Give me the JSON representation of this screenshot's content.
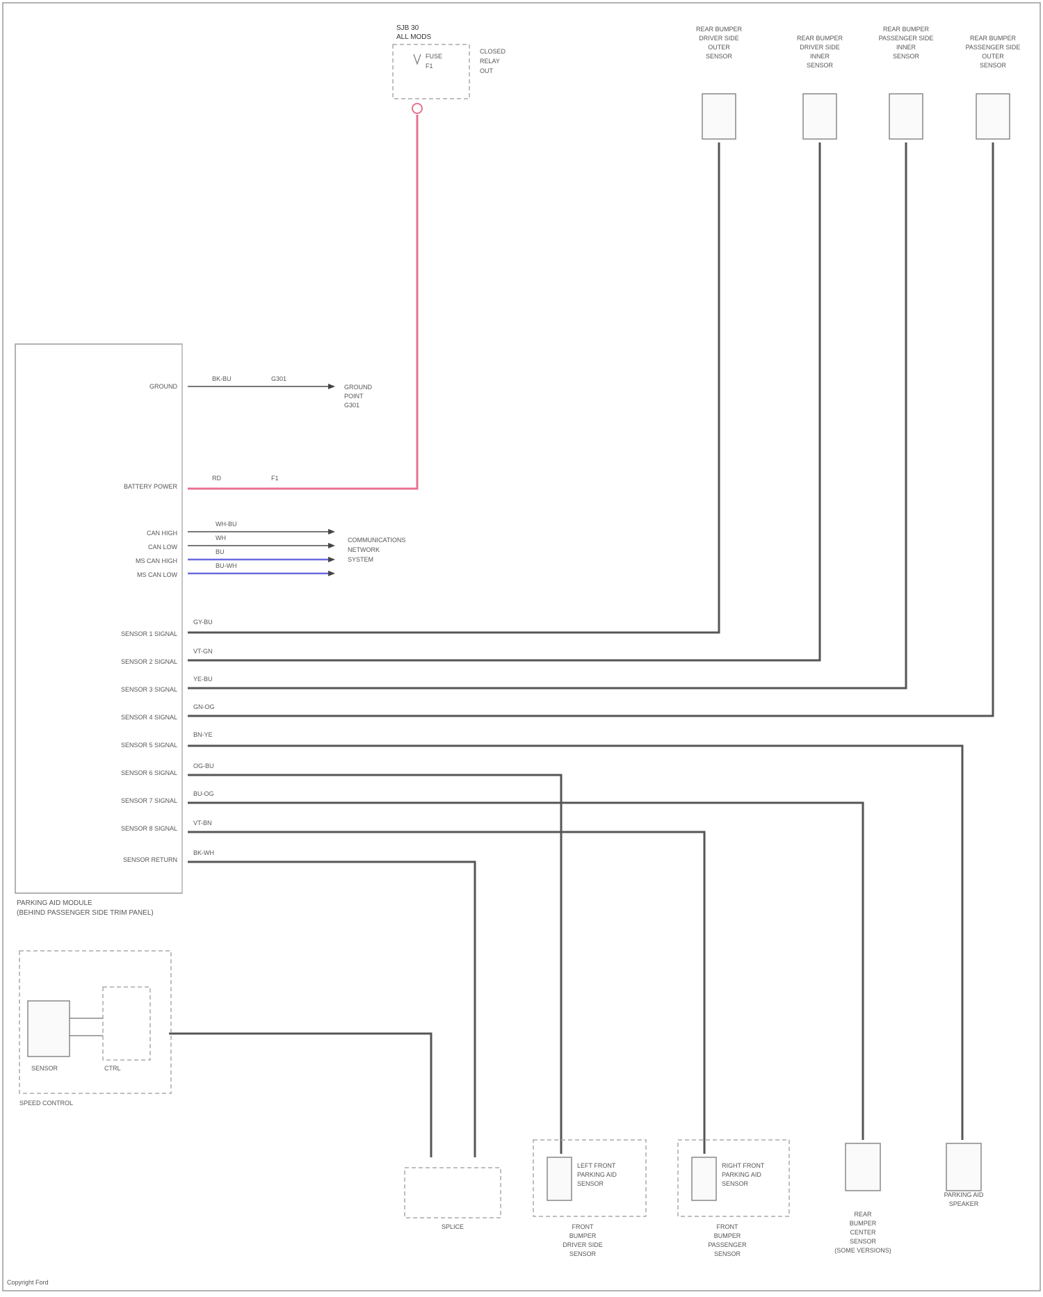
{
  "diagram": {
    "footer": "Copyright Ford",
    "colors": {
      "pink_wire": "#e87090",
      "blue_wire": "#6a6ae0",
      "gray_wire": "#555555",
      "background": "#ffffff"
    },
    "fuse_box": {
      "title_lines": [
        "SJB 30",
        "ALL MODS"
      ],
      "notes": [
        "FUSE",
        "F1",
        "CLOSED",
        "RELAY",
        "OUT"
      ]
    },
    "top_sensors": [
      {
        "id": "s1",
        "label_lines": [
          "REAR BUMPER",
          "DRIVER SIDE",
          "OUTER",
          "SENSOR"
        ]
      },
      {
        "id": "s2",
        "label_lines": [
          "REAR BUMPER",
          "DRIVER SIDE",
          "INNER",
          "SENSOR"
        ]
      },
      {
        "id": "s3",
        "label_lines": [
          "REAR BUMPER",
          "PASSENGER SIDE",
          "INNER",
          "SENSOR"
        ]
      },
      {
        "id": "s4",
        "label_lines": [
          "REAR BUMPER",
          "PASSENGER SIDE",
          "OUTER",
          "SENSOR"
        ]
      }
    ],
    "module": {
      "title": "PARKING AID MODULE",
      "subtitle": "(BEHIND PASSENGER SIDE TRIM PANEL)",
      "pins": [
        {
          "label": "GROUND",
          "wire": "BK-BU",
          "splice": "G301"
        },
        {
          "label": "BATTERY POWER",
          "wire": "RD",
          "splice": "F1"
        },
        {
          "label": "CAN HIGH",
          "wire": "WH-BU",
          "splice": ""
        },
        {
          "label": "CAN LOW",
          "wire": "WH",
          "splice": ""
        },
        {
          "label": "MS CAN HIGH",
          "wire": "BU",
          "splice": ""
        },
        {
          "label": "MS CAN LOW",
          "wire": "BU-WH",
          "splice": ""
        },
        {
          "label": "SENSOR 1 SIGNAL",
          "wire": "GY-BU",
          "splice": ""
        },
        {
          "label": "SENSOR 2 SIGNAL",
          "wire": "VT-GN",
          "splice": ""
        },
        {
          "label": "SENSOR 3 SIGNAL",
          "wire": "YE-BU",
          "splice": ""
        },
        {
          "label": "SENSOR 4 SIGNAL",
          "wire": "GN-OG",
          "splice": ""
        },
        {
          "label": "SENSOR 5 SIGNAL",
          "wire": "BN-YE",
          "splice": ""
        },
        {
          "label": "SENSOR 6 SIGNAL",
          "wire": "OG-BU",
          "splice": ""
        },
        {
          "label": "SENSOR 7 SIGNAL",
          "wire": "BU-OG",
          "splice": ""
        },
        {
          "label": "SENSOR 8 SIGNAL",
          "wire": "VT-BN",
          "splice": ""
        },
        {
          "label": "SENSOR RETURN",
          "wire": "BK-WH",
          "splice": ""
        }
      ],
      "callouts": [
        {
          "id": "c1",
          "lines": [
            "GROUND",
            "POINT",
            "G301"
          ]
        },
        {
          "id": "c2",
          "lines": [
            "COMMUNICATIONS",
            "NETWORK",
            "SYSTEM"
          ]
        }
      ]
    },
    "control_unit": {
      "inner_a": "SENSOR",
      "inner_b": "CTRL",
      "label": "SPEED CONTROL"
    },
    "bottom_components": [
      {
        "id": "b1",
        "label_lines": [
          "SPLICE"
        ],
        "inner": ""
      },
      {
        "id": "b2",
        "label_lines": [
          "FRONT",
          "BUMPER",
          "DRIVER SIDE",
          "SENSOR"
        ],
        "inner": [
          "LEFT FRONT",
          "PARKING AID",
          "SENSOR"
        ]
      },
      {
        "id": "b3",
        "label_lines": [
          "FRONT",
          "BUMPER",
          "PASSENGER",
          "SENSOR"
        ],
        "inner": [
          "RIGHT FRONT",
          "PARKING AID",
          "SENSOR"
        ]
      },
      {
        "id": "b4",
        "label_lines": [
          "REAR",
          "BUMPER",
          "CENTER",
          "SENSOR",
          "(SOME VERSIONS)"
        ],
        "inner": ""
      },
      {
        "id": "b5",
        "label_lines": [
          "PARKING AID",
          "SPEAKER"
        ],
        "inner": ""
      }
    ]
  }
}
